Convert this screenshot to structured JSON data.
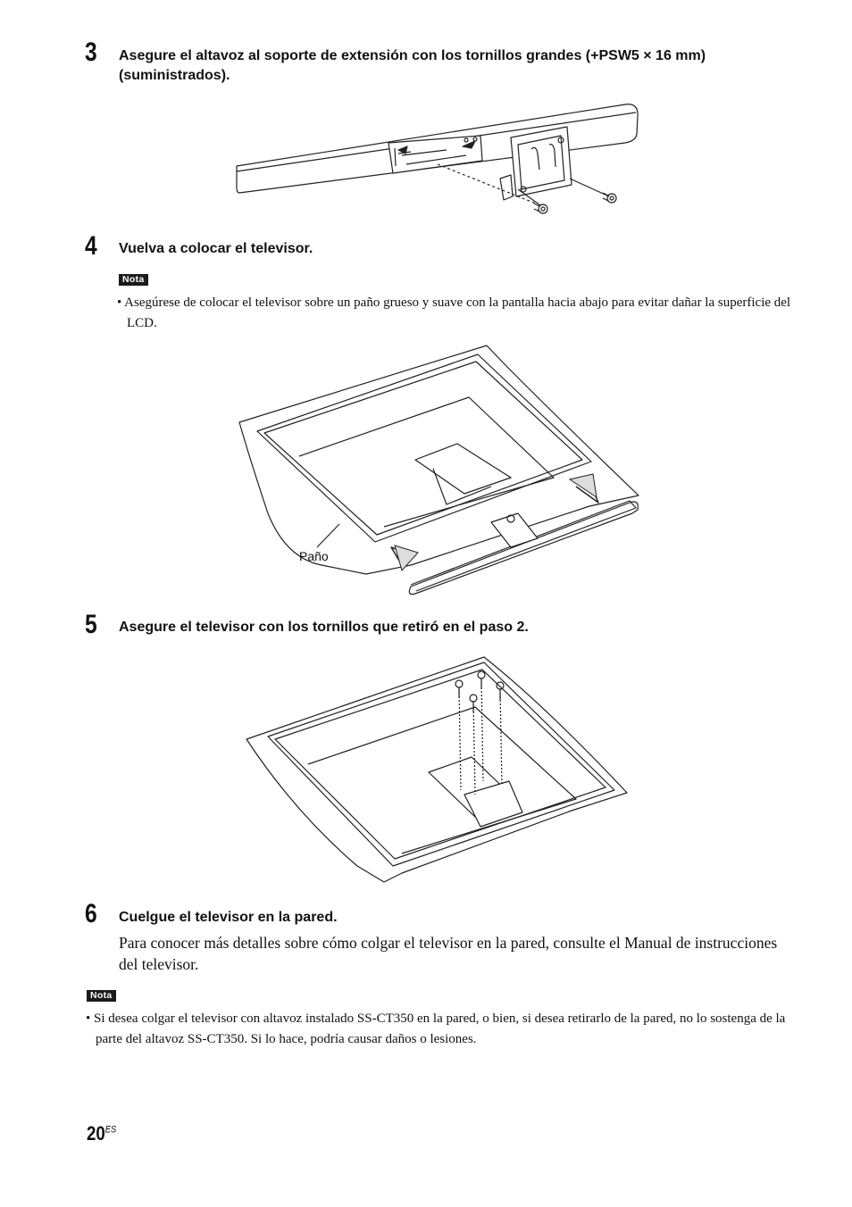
{
  "steps": [
    {
      "number": "3",
      "text": "Asegure el altavoz al soporte de extensión con los tornillos grandes (+PSW5 × 16 mm) (suministrados)."
    },
    {
      "number": "4",
      "text": "Vuelva a colocar el televisor."
    },
    {
      "number": "5",
      "text": "Asegure el televisor con los tornillos que retiró en el paso 2."
    },
    {
      "number": "6",
      "text": "Cuelgue el televisor en la pared.",
      "body": "Para conocer más detalles sobre cómo colgar el televisor en la pared, consulte el Manual de instrucciones del televisor."
    }
  ],
  "notes": [
    {
      "label": "Nota",
      "text": "• Asegúrese de colocar el televisor sobre un paño grueso y suave con la pantalla hacia abajo para evitar dañar la superficie del LCD."
    },
    {
      "label": "Nota",
      "text": "• Si desea colgar el televisor con altavoz instalado SS-CT350 en la pared, o bien, si desea retirarlo de la pared, no lo sostenga de la parte del altavoz SS-CT350. Si lo hace, podría causar daños o lesiones."
    }
  ],
  "figure_labels": {
    "cloth": "Paño"
  },
  "page": {
    "number": "20",
    "lang": "ES"
  }
}
